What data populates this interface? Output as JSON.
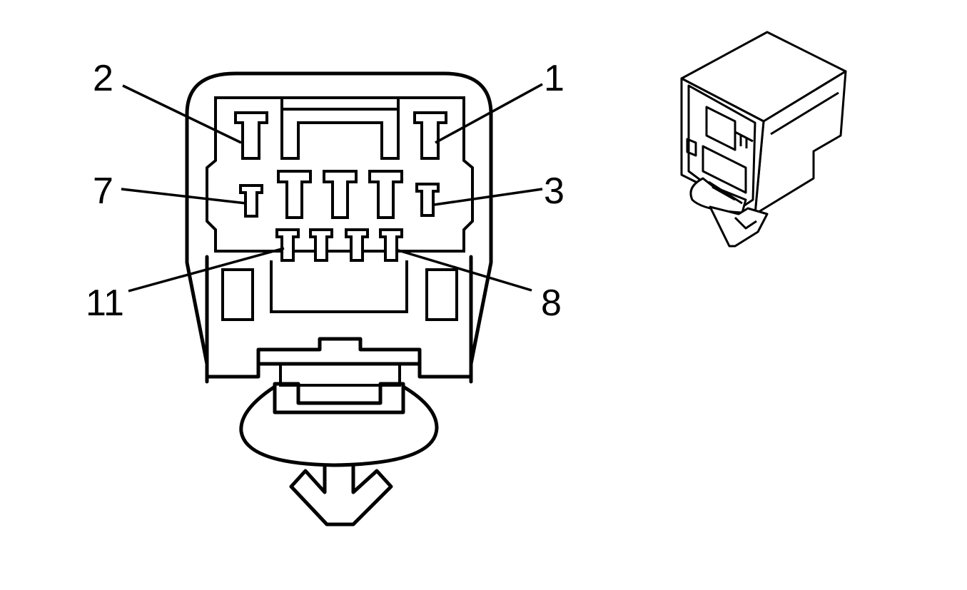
{
  "pin_labels": {
    "pin_1": "1",
    "pin_2": "2",
    "pin_3": "3",
    "pin_7": "7",
    "pin_8": "8",
    "pin_11": "11"
  },
  "colors": {
    "line": "#000000",
    "background": "#ffffff"
  }
}
